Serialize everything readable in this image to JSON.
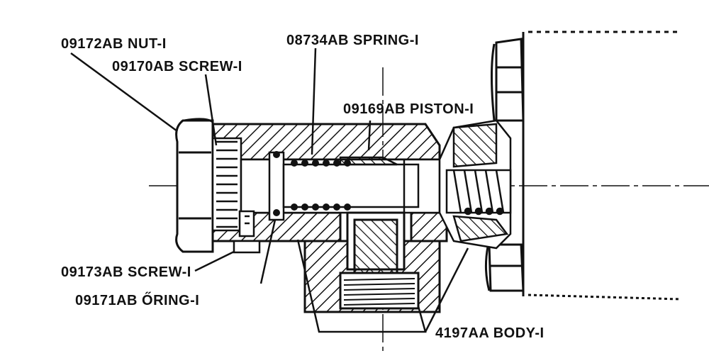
{
  "diagram": {
    "labels": {
      "nut": "09172AB NUT-I",
      "screw_top": "09170AB SCREW-I",
      "spring": "08734AB SPRING-I",
      "piston": "09169AB PISTON-I",
      "screw_bottom": "09173AB SCREW-I",
      "oring": "09171AB ŐRING-I",
      "body": "4197AA BODY-I"
    },
    "colors": {
      "ink": "#111111",
      "paper": "#ffffff"
    }
  }
}
